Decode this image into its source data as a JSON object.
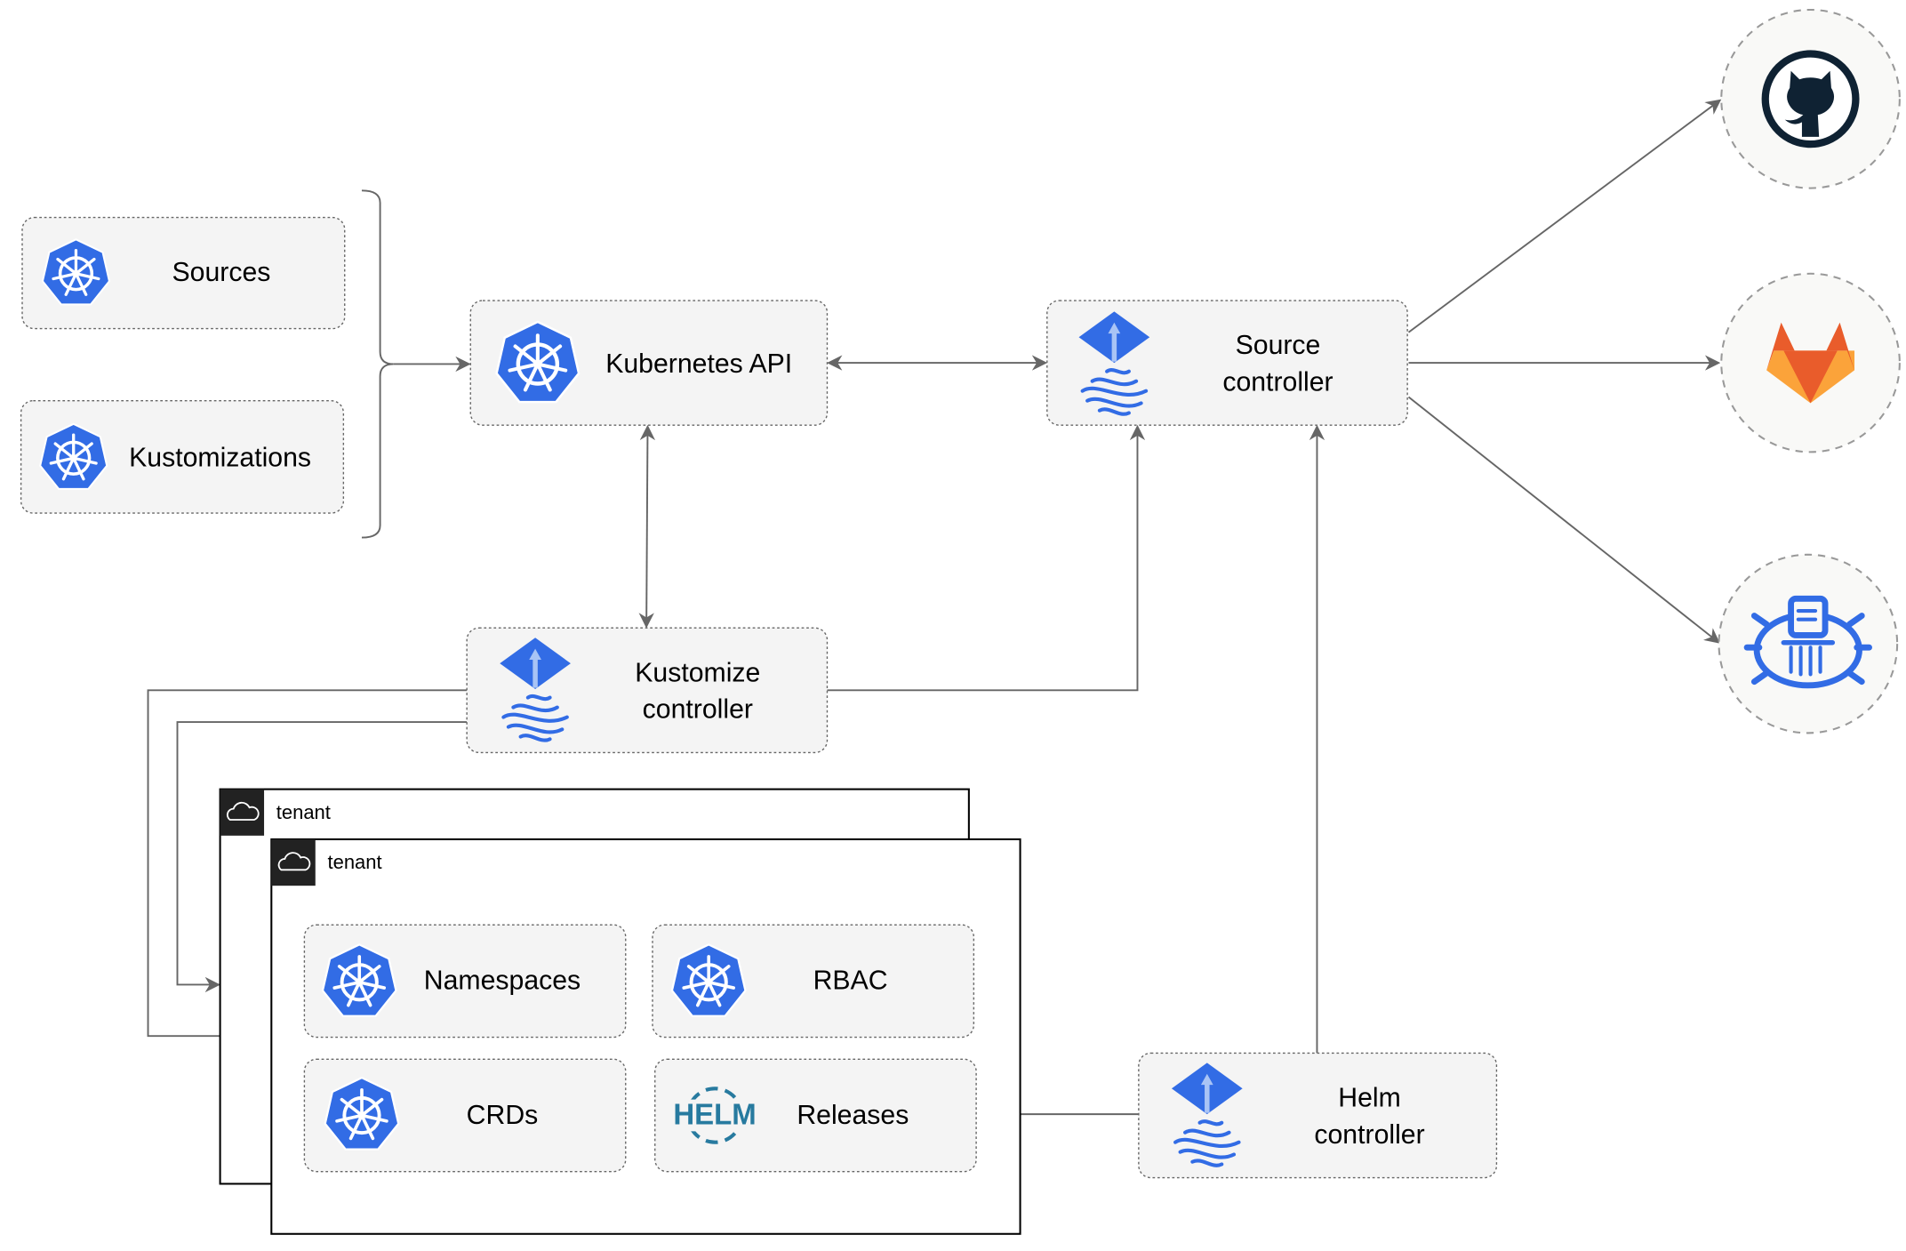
{
  "resources": {
    "sources": "Sources",
    "kustomizations": "Kustomizations"
  },
  "nodes": {
    "kubernetes_api": "Kubernetes API",
    "source_controller": [
      "Source",
      "controller"
    ],
    "kustomize_controller": [
      "Kustomize",
      "controller"
    ],
    "helm_controller": [
      "Helm",
      "controller"
    ]
  },
  "tenants": [
    {
      "label": "tenant"
    },
    {
      "label": "tenant"
    }
  ],
  "tenant_resources": {
    "namespaces": "Namespaces",
    "rbac": "RBAC",
    "crds": "CRDs",
    "releases": "Releases",
    "helm_logo_text": "HELM"
  },
  "external_sources": [
    "github-icon",
    "gitlab-icon",
    "bucket-icon"
  ],
  "colors": {
    "kubernetes_blue": "#326ce5",
    "github_dark": "#0f2233",
    "gitlab_orange": "#e95c2b",
    "gitlab_yellow": "#fba33a",
    "helm_blue": "#277a9f",
    "edge_gray": "#666666"
  }
}
